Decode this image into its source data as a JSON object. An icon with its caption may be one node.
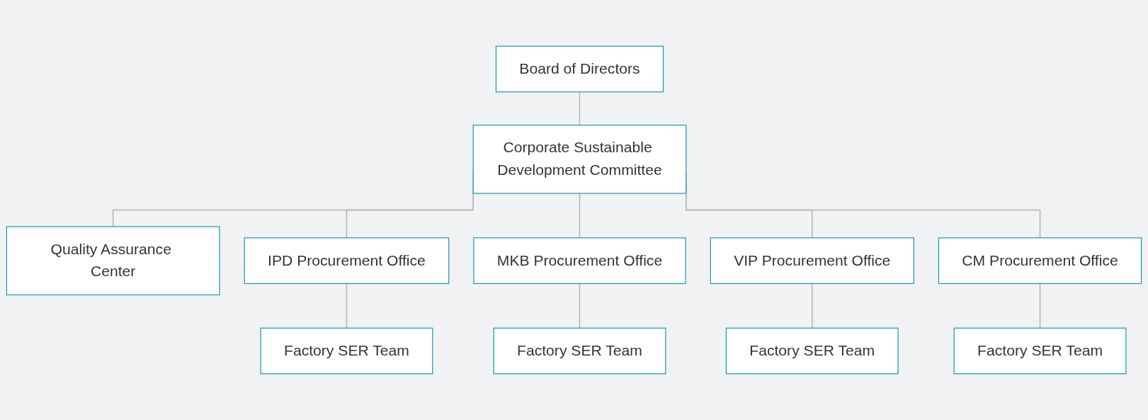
{
  "diagram": {
    "nodes": [
      {
        "text": [
          "Board of Directors"
        ]
      },
      {
        "text": [
          "Corporate Sustainable Development Committee"
        ]
      },
      {
        "text": [
          "Quality Assurance Center"
        ]
      },
      {
        "text": [
          "IPD Procurement Office"
        ]
      },
      {
        "text": [
          "MKB Procurement Office"
        ]
      },
      {
        "text": [
          "VIP Procurement Office"
        ]
      },
      {
        "text": [
          "CM Procurement Office"
        ]
      },
      {
        "text": [
          "Factory SER Team"
        ]
      },
      {
        "text": [
          "Factory SER Team"
        ]
      },
      {
        "text": [
          "Factory SER Team"
        ]
      },
      {
        "text": [
          "Factory SER Team"
        ]
      }
    ],
    "edges": [
      {
        "from": 0,
        "to": 1,
        "arrow": "none"
      },
      {
        "from": 1,
        "to": 2,
        "arrow": "none"
      },
      {
        "from": 1,
        "to": 3,
        "arrow": "none"
      },
      {
        "from": 1,
        "to": 4,
        "arrow": "none"
      },
      {
        "from": 1,
        "to": 5,
        "arrow": "none"
      },
      {
        "from": 1,
        "to": 6,
        "arrow": "none"
      },
      {
        "from": 3,
        "to": 7,
        "arrow": "none"
      },
      {
        "from": 4,
        "to": 8,
        "arrow": "none"
      },
      {
        "from": 5,
        "to": 9,
        "arrow": "none"
      },
      {
        "from": 6,
        "to": 10,
        "arrow": "none"
      }
    ]
  }
}
